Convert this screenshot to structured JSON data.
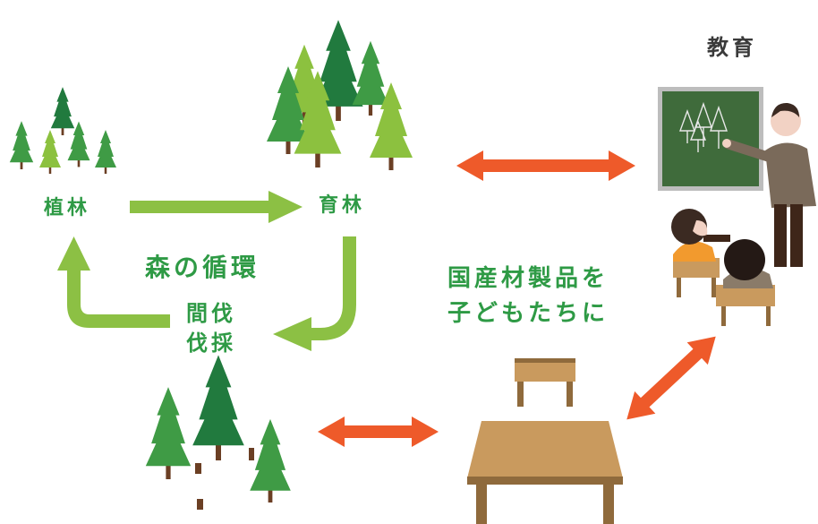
{
  "labels": {
    "planting": "植林",
    "nurturing": "育林",
    "forest_cycle": "森の循環",
    "thinning_line1": "間伐",
    "thinning_line2": "伐採",
    "education": "教育",
    "message_line1": "国産材製品を",
    "message_line2": "子どもたちに"
  },
  "colors": {
    "cycle_arrow": "#8cc044",
    "exchange_arrow": "#ee5a2a",
    "label_green": "#2e9a45",
    "label_dark": "#3a3a3a",
    "tree_dark": "#217a3e",
    "tree_mid": "#3f9b45",
    "tree_light": "#8cc13f",
    "trunk": "#6b3f24",
    "wood": "#c99a5e",
    "wood_dark": "#8f6a3c",
    "board": "#3f6b3b"
  },
  "icons": [
    "young-forest-icon",
    "mature-forest-icon",
    "harvested-forest-icon",
    "classroom-icon",
    "wooden-desk-chair-icon"
  ]
}
